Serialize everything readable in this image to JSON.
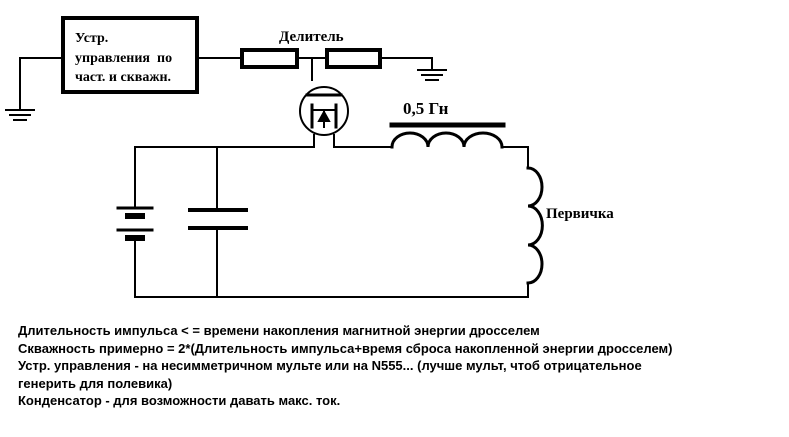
{
  "diagram": {
    "control_unit_lines": [
      "Устр.",
      "управления  по",
      "част. и скважн."
    ],
    "divider_label": "Делитель",
    "inductor_label": "0,5 Гн",
    "primary_label": "Первичка"
  },
  "notes": [
    "Длительность импульса < = времени накопления магнитной энергии дросселем",
    "Скважность примерно = 2*(Длительность импульса+время сброса накопленной энергии дросселем)",
    "Устр. управления - на несимметричном мульте или на N555... (лучше мульт, чтоб отрицательное",
    "генерить для полевика)",
    "Конденсатор - для возможности давать макс. ток."
  ],
  "colors": {
    "ink": "#000000",
    "background": "#ffffff"
  }
}
